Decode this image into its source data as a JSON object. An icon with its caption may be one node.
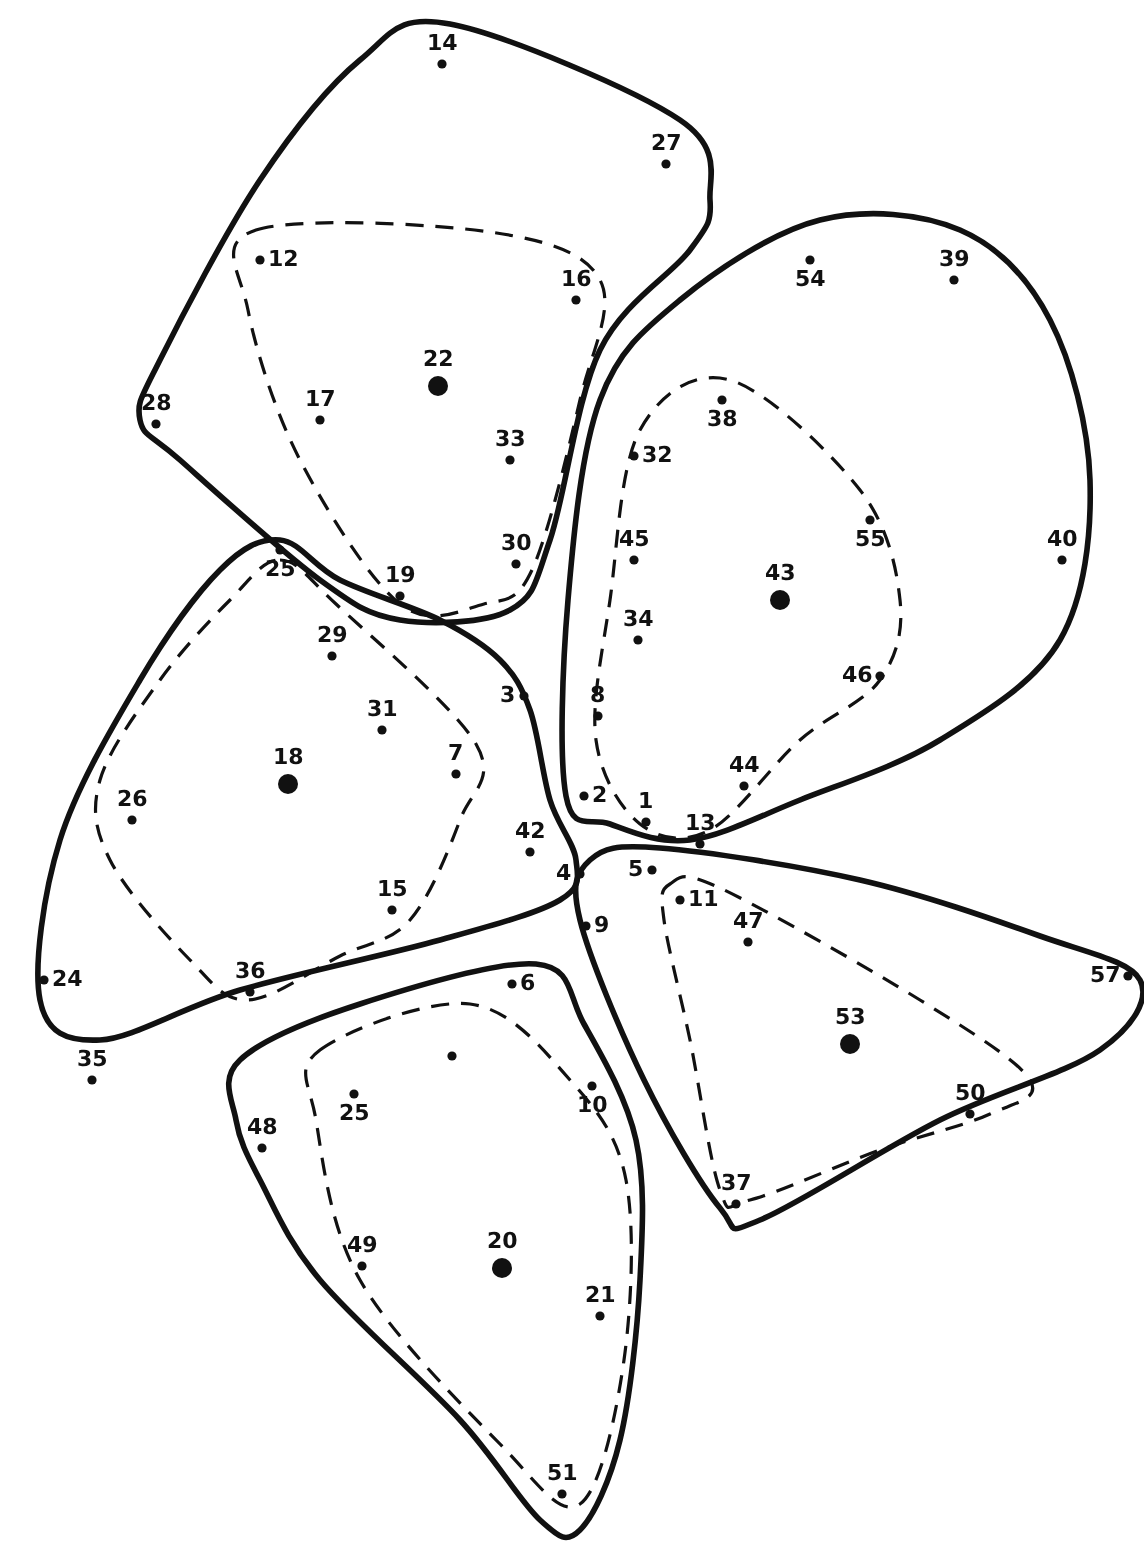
{
  "diagram": {
    "labels": [
      "14",
      "27",
      "54",
      "39",
      "12",
      "16",
      "22",
      "38",
      "17",
      "28",
      "33",
      "32",
      "45",
      "55",
      "43",
      "40",
      "19",
      "30",
      "25",
      "29",
      "34",
      "3",
      "8",
      "31",
      "18",
      "7",
      "46",
      "26",
      "2",
      "44",
      "1",
      "13",
      "42",
      "4",
      "15",
      "5",
      "11",
      "47",
      "9",
      "36",
      "24",
      "57",
      "6",
      "53",
      "10",
      "25",
      "48",
      "50",
      "37",
      "35",
      "49",
      "20",
      "21",
      "51"
    ]
  }
}
